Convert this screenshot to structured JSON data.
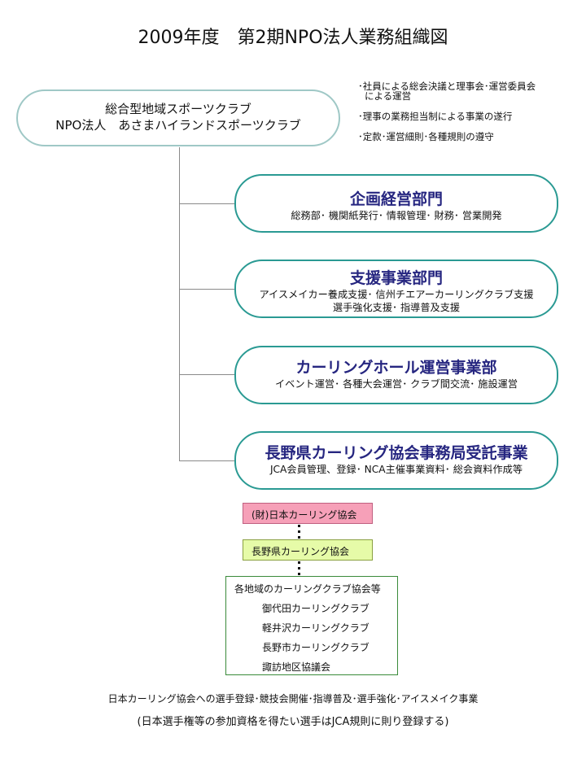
{
  "title": "2009年度　第2期NPO法人業務組織図",
  "root": {
    "line1": "総合型地域スポーツクラブ",
    "line2": "NPO法人　あさまハイランドスポーツクラブ"
  },
  "notes": [
    "･社員による総会決議と理事会･運営委員会",
    "による運営",
    "･理事の業務担当制による事業の遂行",
    "･定款･運営細則･各種規則の遵守"
  ],
  "departments": [
    {
      "name": "企画経営部門",
      "desc": [
        "総務部･ 機関紙発行･ 情報管理･ 財務･ 営業開発"
      ]
    },
    {
      "name": "支援事業部門",
      "desc": [
        "アイスメイカー養成支援･ 信州チエアーカーリングクラブ支援",
        "選手強化支援･ 指導普及支援"
      ]
    },
    {
      "name": "カーリングホール運営事業部",
      "desc": [
        "イベント運営･ 各種大会運営･ クラブ間交流･ 施設運営"
      ]
    },
    {
      "name": "長野県カーリング協会事務局受託事業",
      "desc": [
        "JCA会員管理、登録･ NCA主催事業資料･ 総会資料作成等"
      ]
    }
  ],
  "associations": {
    "national": "(財)日本カーリング協会",
    "prefectural": "長野県カーリング協会",
    "local_header": "各地域のカーリングクラブ協会等",
    "local_clubs": [
      "御代田カーリングクラブ",
      "軽井沢カーリングクラブ",
      "長野市カーリングクラブ",
      "諏訪地区協議会"
    ]
  },
  "footer": {
    "line1": "日本カーリング協会への選手登録･競技会開催･指導普及･選手強化･アイスメイク事業",
    "line2": "(日本選手権等の参加資格を得たい選手はJCA規則に則り登録する)"
  },
  "colors": {
    "pill_border": "#2a9a93",
    "heading_text": "#262680",
    "national_fill": "#f6a0b8",
    "prefectural_fill": "#e6fba8",
    "clubs_border": "#3a8a3a"
  }
}
